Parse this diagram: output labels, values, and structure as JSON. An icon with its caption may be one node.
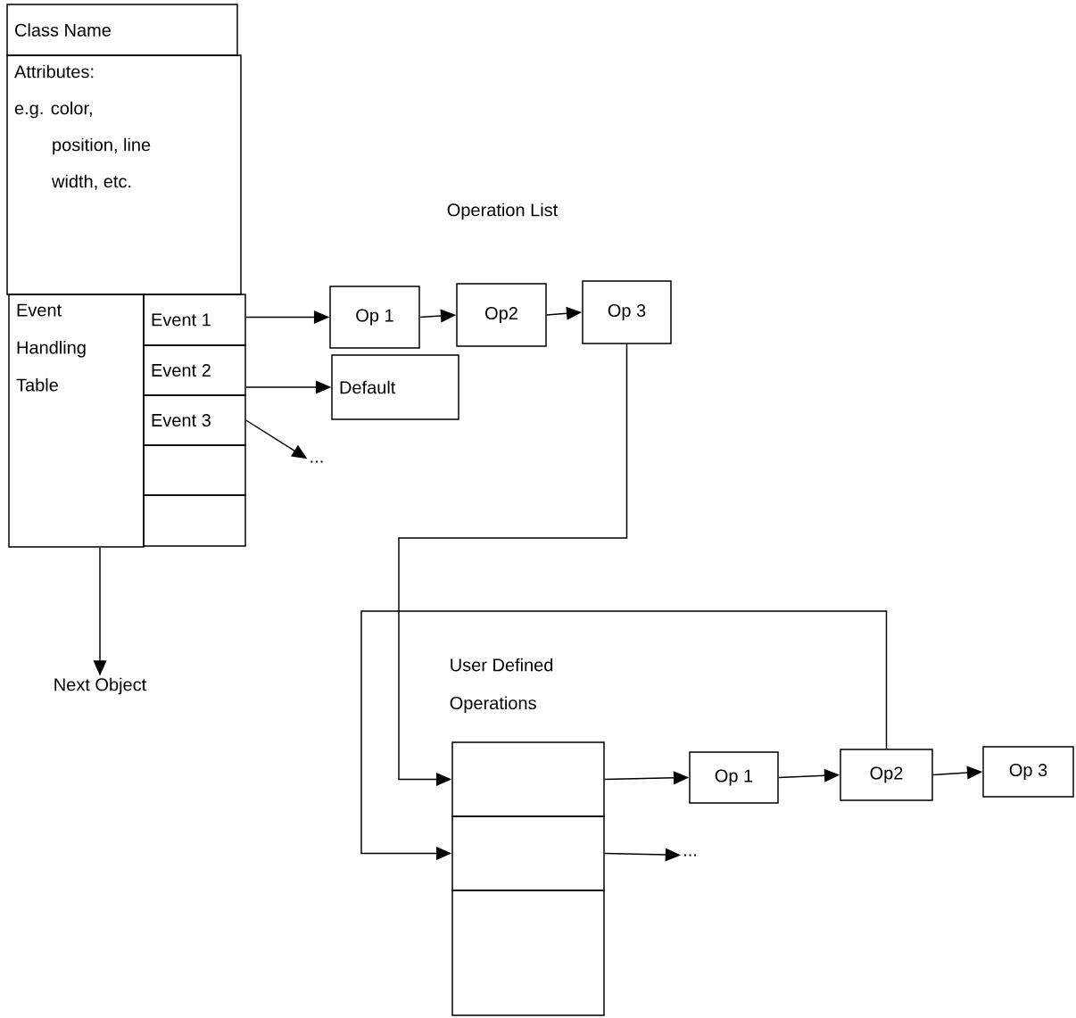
{
  "diagram": {
    "nodes": [
      {
        "text": [
          "Class Name"
        ]
      },
      {
        "text": [
          "Attributes:",
          "e.g. color, position, line width, etc."
        ]
      },
      {
        "text": [
          "Event Handling Table"
        ]
      },
      {
        "text": [
          "Event 1"
        ]
      },
      {
        "text": [
          "Event 2"
        ]
      },
      {
        "text": [
          "Event 3"
        ]
      },
      {
        "text": [],
        "shape": "box"
      },
      {
        "text": [],
        "shape": "box"
      },
      {
        "text": [
          "Op 1"
        ]
      },
      {
        "text": [
          "Op2"
        ]
      },
      {
        "text": [
          "Op 3"
        ]
      },
      {
        "text": [
          "Default"
        ]
      },
      {
        "text": [
          "..."
        ]
      },
      {
        "text": [
          "Next Object"
        ]
      },
      {
        "text": [],
        "shape": "box"
      },
      {
        "text": [],
        "shape": "box"
      },
      {
        "text": [],
        "shape": "box"
      },
      {
        "text": [
          "Op 1"
        ]
      },
      {
        "text": [
          "Op2"
        ]
      },
      {
        "text": [
          "Op 3"
        ]
      },
      {
        "text": [
          "..."
        ]
      }
    ],
    "edges": [
      {
        "from": 3,
        "to": 8,
        "arrow": "to"
      },
      {
        "from": 8,
        "to": 9,
        "arrow": "to"
      },
      {
        "from": 9,
        "to": 10,
        "arrow": "to"
      },
      {
        "from": 4,
        "to": 11,
        "arrow": "to"
      },
      {
        "from": 5,
        "to": 12,
        "arrow": "to"
      },
      {
        "from": 2,
        "to": 13,
        "arrow": "to"
      },
      {
        "from": 10,
        "to": 14,
        "arrow": "to"
      },
      {
        "from": 18,
        "to": 15,
        "arrow": "to"
      },
      {
        "from": 14,
        "to": 17,
        "arrow": "to"
      },
      {
        "from": 17,
        "to": 18,
        "arrow": "to"
      },
      {
        "from": 18,
        "to": 19,
        "arrow": "to"
      },
      {
        "from": 15,
        "to": 20,
        "arrow": "to"
      }
    ],
    "labels": [
      "Operation List",
      "User Defined Operations"
    ]
  }
}
